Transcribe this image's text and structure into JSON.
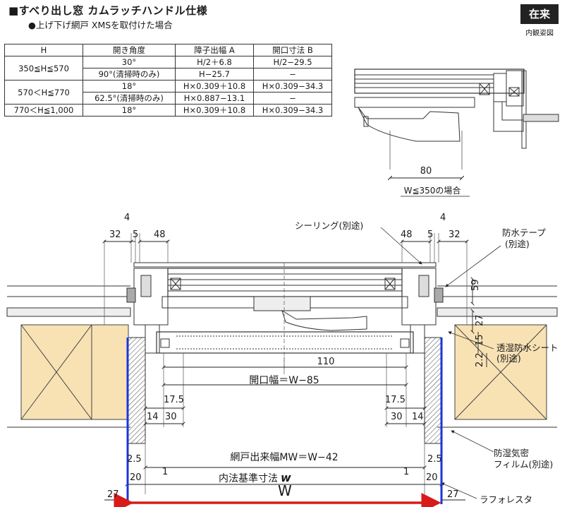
{
  "header": {
    "title": "■すべり出し窓 カムラッチハンドル仕様",
    "subtitle": "●上げ下げ網戸 XMSを取付けた場合",
    "badge": "在来",
    "badge_sub": "内観姿図"
  },
  "table": {
    "columns": [
      "H",
      "開き角度",
      "障子出幅 A",
      "開口寸法 B"
    ],
    "rows": [
      [
        "350≦H≦570",
        "30°",
        "H/2＋6.8",
        "H/2−29.5"
      ],
      [
        "",
        "90°(清掃時のみ)",
        "H−25.7",
        "−"
      ],
      [
        "570＜H≦770",
        "18°",
        "H×0.309＋10.8",
        "H×0.309−34.3"
      ],
      [
        "",
        "62.5°(清掃時のみ)",
        "H×0.887−13.1",
        "−"
      ],
      [
        "770＜H≦1,000",
        "18°",
        "H×0.309＋10.8",
        "H×0.309−34.3"
      ]
    ]
  },
  "inset": {
    "dim_80": "80",
    "caption": "W≦350の場合"
  },
  "labels": {
    "sealing": "シーリング(別途)",
    "waterproof_tape": "防水テープ",
    "waterproof_tape_sub": "(別途)",
    "breathable_sheet": "透湿防水シート",
    "breathable_sheet_sub": "(別途)",
    "vapor_film": "防湿気密",
    "vapor_film_sub": "フィルム(別途)",
    "laforesta": "ラフォレスタ",
    "opening_width": "開口幅＝W−85",
    "screen_width": "網戸出来幅MW＝W−42",
    "inner_ref": "内法基準寸法",
    "inner_ref_var": "w",
    "W": "W"
  },
  "dims": {
    "d4": "4",
    "d32": "32",
    "d5": "5",
    "d48": "48",
    "d59": "59",
    "d27v": "27",
    "d15": "15",
    "d2_2": "2.2",
    "d110": "110",
    "d17_5": "17.5",
    "d30": "30",
    "d14": "14",
    "d2_5": "2.5",
    "d20": "20",
    "d1": "1",
    "d27": "27"
  },
  "colors": {
    "wood": "#f8e2b4",
    "blue_line": "#1c35d8",
    "red_arrow": "#d81a1a"
  }
}
